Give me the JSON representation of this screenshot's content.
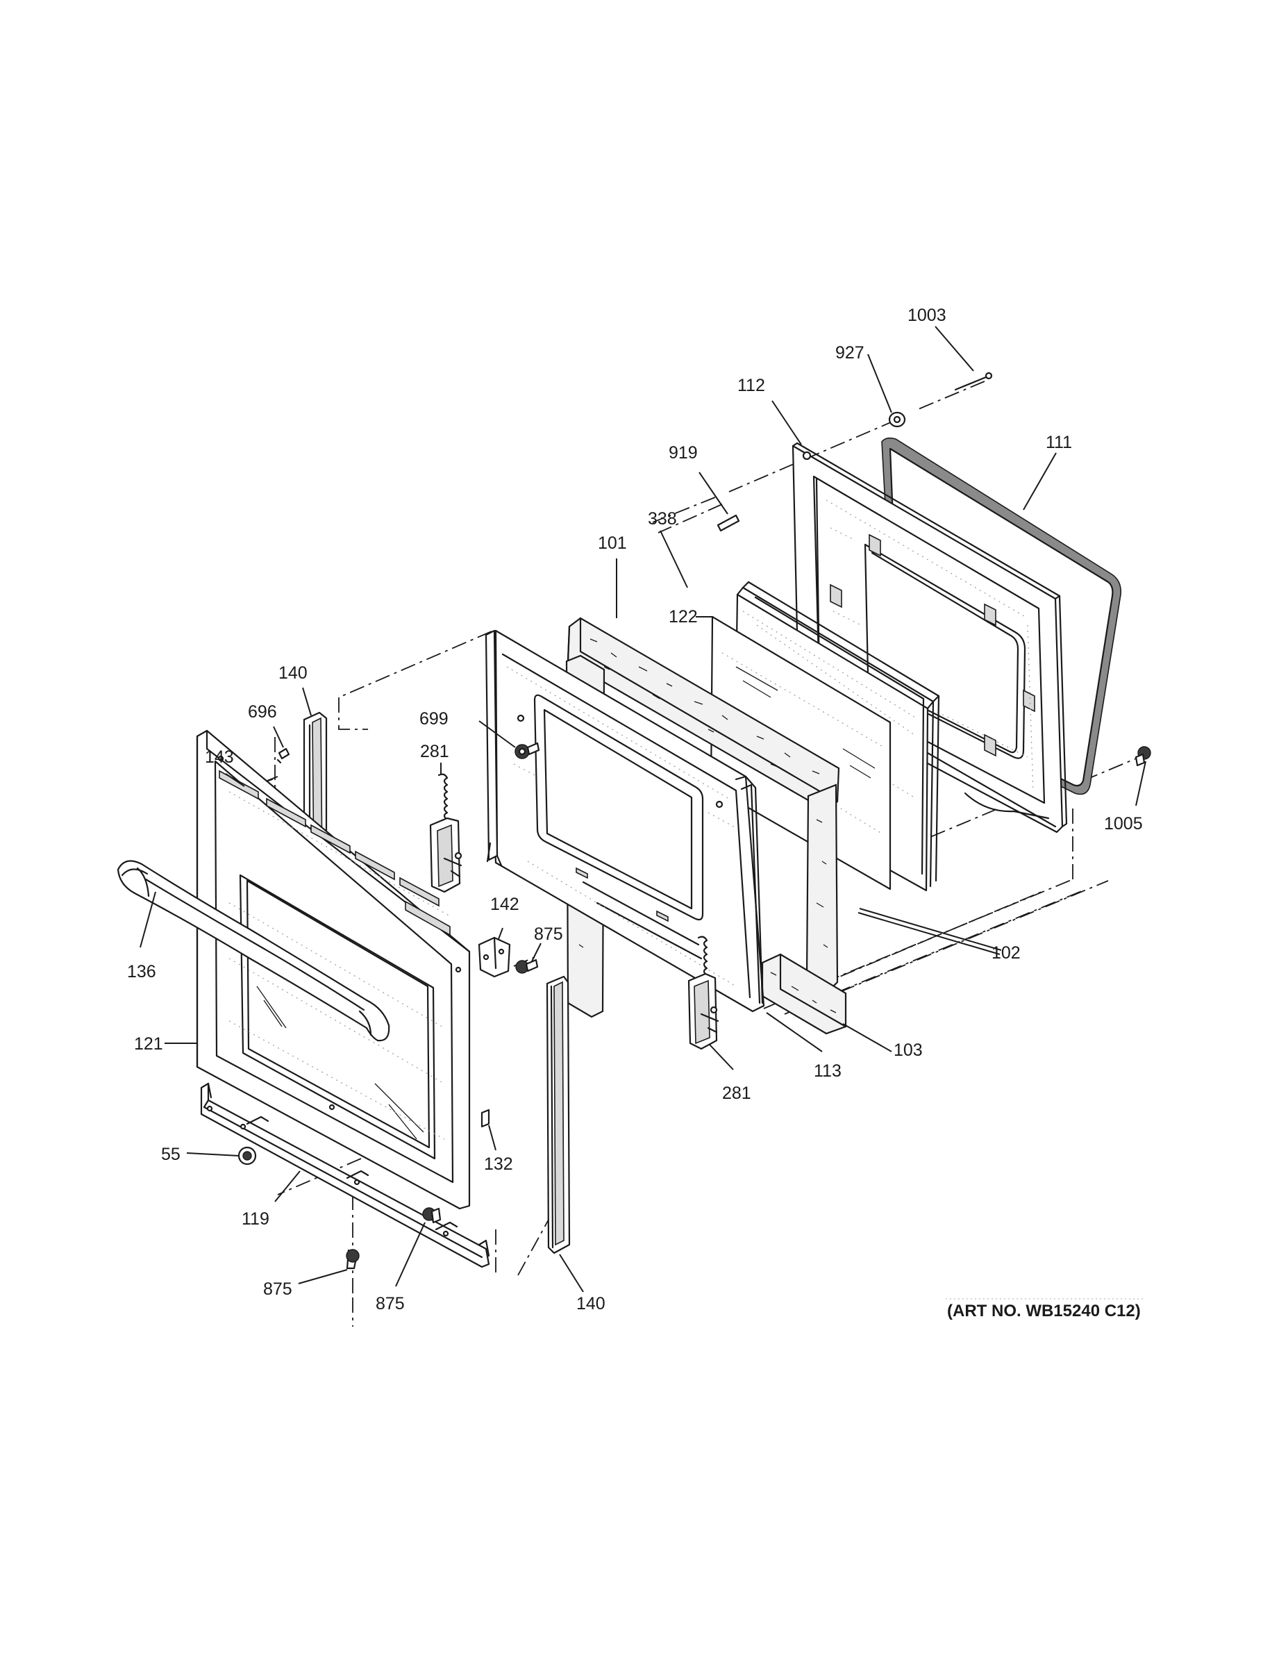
{
  "callouts": {
    "p1003": "1003",
    "p927": "927",
    "p112": "112",
    "p111": "111",
    "p919": "919",
    "p338": "338",
    "p101": "101",
    "p122": "122",
    "p140_top": "140",
    "p696": "696",
    "p699": "699",
    "p143": "143",
    "p281_left": "281",
    "p1005": "1005",
    "p142": "142",
    "p875_mid": "875",
    "p136": "136",
    "p102": "102",
    "p121": "121",
    "p113": "113",
    "p103": "103",
    "p281_right": "281",
    "p55": "55",
    "p132": "132",
    "p119": "119",
    "p875_bottom_left": "875",
    "p875_bottom": "875",
    "p140_bottom": "140"
  },
  "art_number": "(ART NO. WB15240 C12)"
}
